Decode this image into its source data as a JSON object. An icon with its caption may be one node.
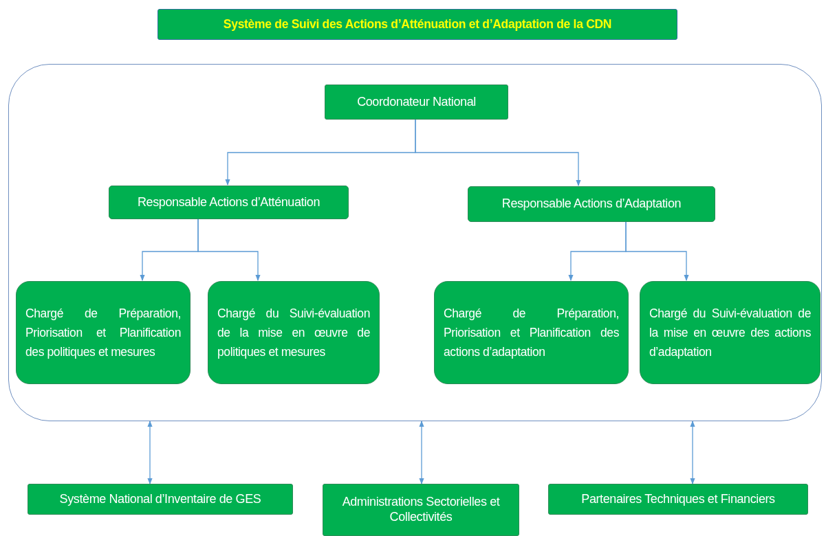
{
  "diagram": {
    "title": "Système de Suivi des Actions d’Atténuation et d’Adaptation de la CDN",
    "nodes": [
      {
        "text": [],
        "shape": "box"
      },
      {
        "text": [
          "Coordonateur National"
        ],
        "in": 0
      },
      {
        "text": [
          "Responsable Actions d’Atténuation"
        ],
        "in": 0
      },
      {
        "text": [
          "Responsable Actions d’Adaptation"
        ],
        "in": 0
      },
      {
        "text": [
          "Chargé de Préparation, Priorisation et Planification des politiques et mesures"
        ],
        "in": 0
      },
      {
        "text": [
          "Chargé du Suivi-évaluation de la mise en œuvre de politiques et mesures"
        ],
        "in": 0
      },
      {
        "text": [
          "Chargé de Préparation, Priorisation et Planification des actions d’adaptation"
        ],
        "in": 0
      },
      {
        "text": [
          "Chargé du Suivi-évaluation de la mise en œuvre des actions d’adaptation"
        ],
        "in": 0
      },
      {
        "text": [
          "Système National d’Inventaire de GES"
        ]
      },
      {
        "text": [
          "Administrations Sectorielles et Collectivités"
        ]
      },
      {
        "text": [
          "Partenaires Techniques et Financiers"
        ]
      }
    ],
    "edges": [
      {
        "from": 1,
        "to": 2,
        "arrow": "to"
      },
      {
        "from": 1,
        "to": 3,
        "arrow": "to"
      },
      {
        "from": 2,
        "to": 4,
        "arrow": "to"
      },
      {
        "from": 2,
        "to": 5,
        "arrow": "to"
      },
      {
        "from": 3,
        "to": 6,
        "arrow": "to"
      },
      {
        "from": 3,
        "to": 7,
        "arrow": "to"
      },
      {
        "from": 0,
        "to": 8,
        "arrow": "both"
      },
      {
        "from": 0,
        "to": 9,
        "arrow": "both"
      },
      {
        "from": 0,
        "to": 10,
        "arrow": "both"
      }
    ]
  }
}
